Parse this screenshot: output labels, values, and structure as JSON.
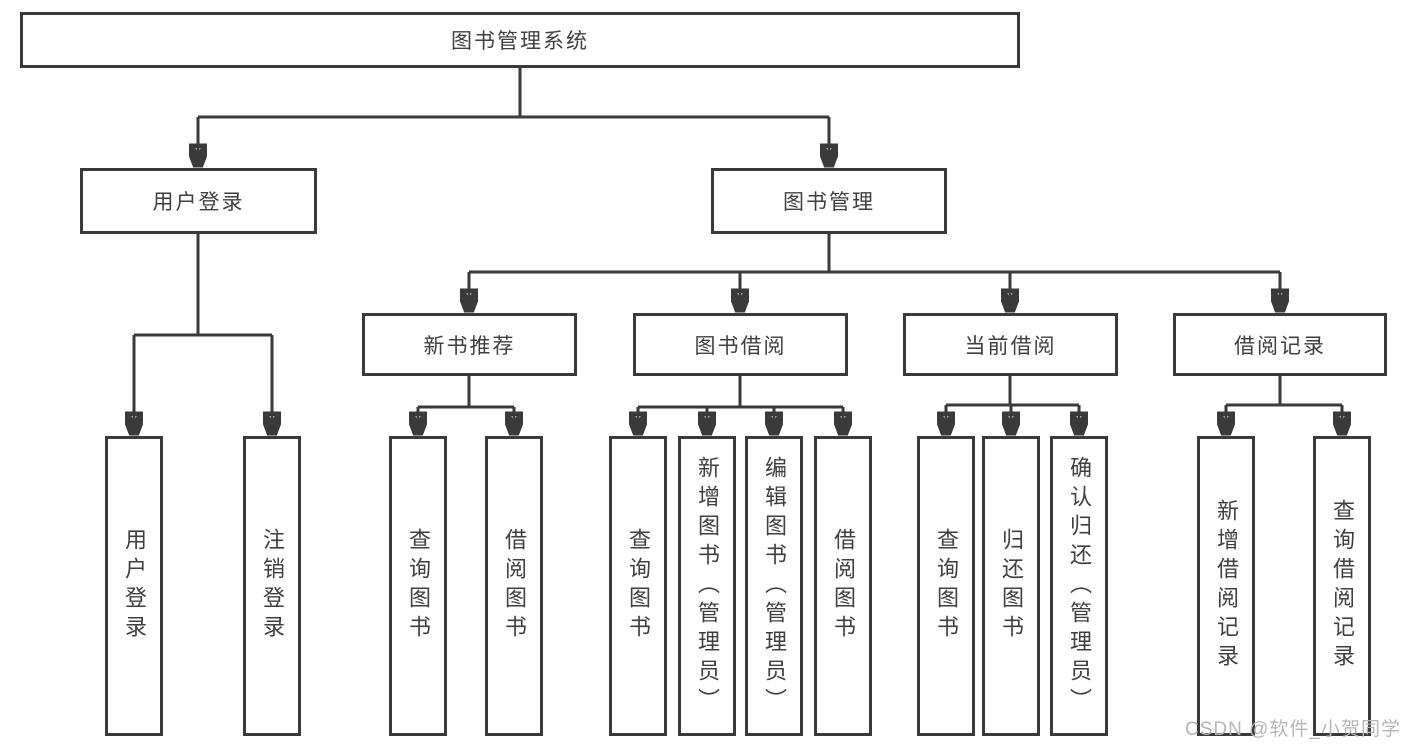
{
  "tree": {
    "label": "图书管理系统",
    "children": [
      {
        "label": "用户登录",
        "children": [
          {
            "label": "用户登录"
          },
          {
            "label": "注销登录"
          }
        ]
      },
      {
        "label": "图书管理",
        "children": [
          {
            "label": "新书推荐",
            "children": [
              {
                "label": "查询图书"
              },
              {
                "label": "借阅图书"
              }
            ]
          },
          {
            "label": "图书借阅",
            "children": [
              {
                "label": "查询图书"
              },
              {
                "label": "新增图书（管理员）"
              },
              {
                "label": "编辑图书（管理员）"
              },
              {
                "label": "借阅图书"
              }
            ]
          },
          {
            "label": "当前借阅",
            "children": [
              {
                "label": "查询图书"
              },
              {
                "label": "归还图书"
              },
              {
                "label": "确认归还（管理员）"
              }
            ]
          },
          {
            "label": "借阅记录",
            "children": [
              {
                "label": "新增借阅记录"
              },
              {
                "label": "查询借阅记录"
              }
            ]
          }
        ]
      }
    ]
  },
  "watermark": "CSDN @软件_小贺同学",
  "colors": {
    "line": "#3a3a3a",
    "text": "#3f3f3f",
    "box_bg": "#ffffff",
    "watermark": "#b6b6b6"
  }
}
